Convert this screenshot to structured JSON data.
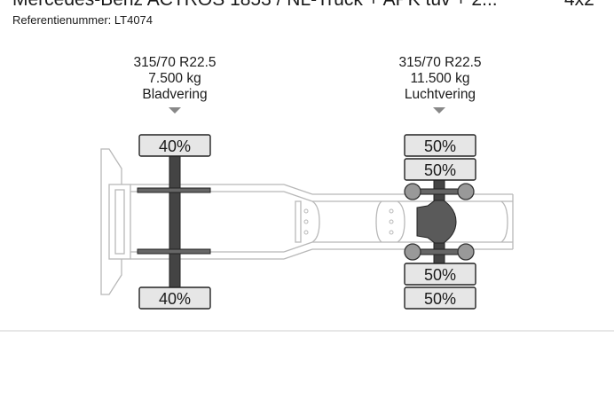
{
  "header": {
    "title": "Mercedes-Benz ACTROS 1853 / NL-Truck + APK tüv + 2...",
    "title_right": "4x2",
    "reference": "Referentienummer: LT4074"
  },
  "axles": [
    {
      "tire": "315/70 R22.5",
      "load": "7.500 kg",
      "suspension": "Bladvering",
      "tires_top": [
        "40%"
      ],
      "tires_bottom": [
        "40%"
      ]
    },
    {
      "tire": "315/70 R22.5",
      "load": "11.500 kg",
      "suspension": "Luchtvering",
      "tires_top": [
        "50%",
        "50%"
      ],
      "tires_bottom": [
        "50%",
        "50%"
      ]
    }
  ]
}
